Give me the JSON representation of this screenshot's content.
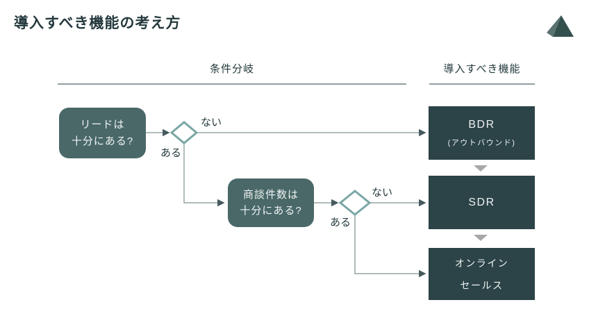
{
  "page": {
    "title": "導入すべき機能の考え方"
  },
  "columns": {
    "left": {
      "label": "条件分岐"
    },
    "right": {
      "label": "導入すべき機能"
    }
  },
  "diagram": {
    "question1": {
      "line1": "リードは",
      "line2": "十分にある?"
    },
    "question2": {
      "line1": "商談件数は",
      "line2": "十分にある?"
    },
    "labels": {
      "no1": "ない",
      "yes1": "ある",
      "no2": "ない",
      "yes2": "ある"
    },
    "outcomes": {
      "bdr": {
        "title": "BDR",
        "subtitle": "(アウトバウンド)"
      },
      "sdr": {
        "title": "SDR"
      },
      "online": {
        "line1": "オンライン",
        "line2": "セールス"
      }
    }
  },
  "colors": {
    "ink": "#24393d",
    "question_box": "#4a6868",
    "outcome_box": "#2c4347",
    "diamond_stroke": "#7aa5a5",
    "connector_line": "#95a5a5",
    "arrowhead": "#46595c",
    "chevron": "#a8a8a8",
    "underline": "#8f9fa1"
  }
}
